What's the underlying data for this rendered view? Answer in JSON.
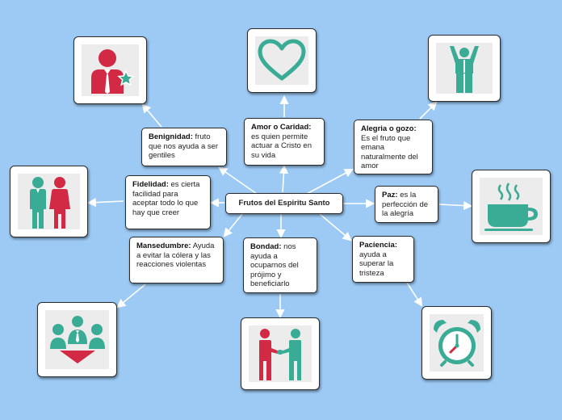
{
  "diagram": {
    "center": "Frutos del Espiritu Santo",
    "nodes": {
      "benignidad": {
        "title": "Benignidad:",
        "text": "fruto que nos ayuda a ser gentiles"
      },
      "amor": {
        "title": "Amor o Caridad:",
        "text": "es quien permite actuar a Cristo en su vida"
      },
      "alegria": {
        "title": "Alegria",
        "title_suffix": "o gozo:",
        "text": "Es el fruto que emana naturalmente del amor"
      },
      "fidelidad": {
        "title": "Fidelidad:",
        "text": "es cierta facilidad para aceptar todo lo que hay que creer"
      },
      "paz": {
        "title": "Paz:",
        "text": "es la perfección de la alegría"
      },
      "mansedumbre": {
        "title": "Mansedumbre:",
        "text": "Ayuda a evitar la cólera y las reacciones violentas"
      },
      "bondad": {
        "title": "Bondad:",
        "text": "nos ayuda a ocuparnos del prójimo y beneficiarlo"
      },
      "paciencia": {
        "title": "Paciencia:",
        "text": "ayuda a superar la tristeza"
      }
    },
    "icons": {
      "benignidad": "businessman-star-icon",
      "amor": "heart-icon",
      "alegria": "person-arms-raised-icon",
      "fidelidad": "couple-icon",
      "paz": "coffee-cup-icon",
      "mansedumbre": "group-meeting-icon",
      "bondad": "handshake-icon",
      "paciencia": "alarm-clock-icon"
    },
    "colors": {
      "background": "#9ccaf5",
      "teal": "#3aab94",
      "red": "#d22944",
      "connector": "#ffffff"
    }
  }
}
